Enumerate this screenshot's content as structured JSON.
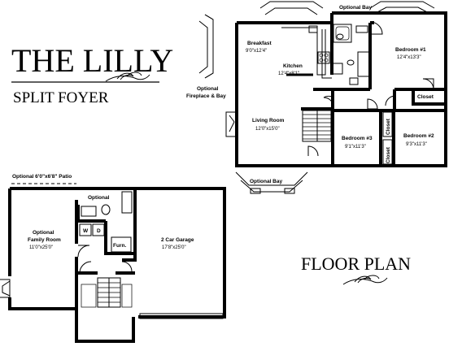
{
  "title": {
    "name": "THE LILLY",
    "style": "SPLIT FOYER",
    "plan_label": "FLOOR PLAN"
  },
  "upper_floor": {
    "optional_bay_top": "Optional Bay",
    "breakfast": {
      "name": "Breakfast",
      "size": "9'0\"x12'4\""
    },
    "kitchen": {
      "name": "Kitchen",
      "size": "12'4\"x8'1\""
    },
    "bedroom1": {
      "name": "Bedroom #1",
      "size": "12'4\"x13'3\""
    },
    "closet_b1": "Closet",
    "optional_fireplace_line1": "Optional",
    "optional_fireplace_line2": "Fireplace & Bay",
    "living_room": {
      "name": "Living Room",
      "size": "12'0\"x15'0\""
    },
    "bedroom3": {
      "name": "Bedroom #3",
      "size": "9'1\"x11'3\""
    },
    "closet_b3": "Closet",
    "closet_b2": "Closet",
    "bedroom2": {
      "name": "Bedroom #2",
      "size": "9'3\"x11'3\""
    },
    "optional_bay_bottom": "Optional Bay"
  },
  "lower_floor": {
    "patio": "Optional 6'0\"x6'8\" Patio",
    "optional_bath": "Optional",
    "family_room_line1": "Optional",
    "family_room_line2": "Family Room",
    "family_room_size": "11'0\"x25'0\"",
    "washer": "W",
    "dryer": "D",
    "furnace": "Furn.",
    "garage": {
      "name": "2 Car Garage",
      "size": "17'8\"x25'0\""
    }
  },
  "colors": {
    "ink": "#000000",
    "paper": "#ffffff"
  }
}
